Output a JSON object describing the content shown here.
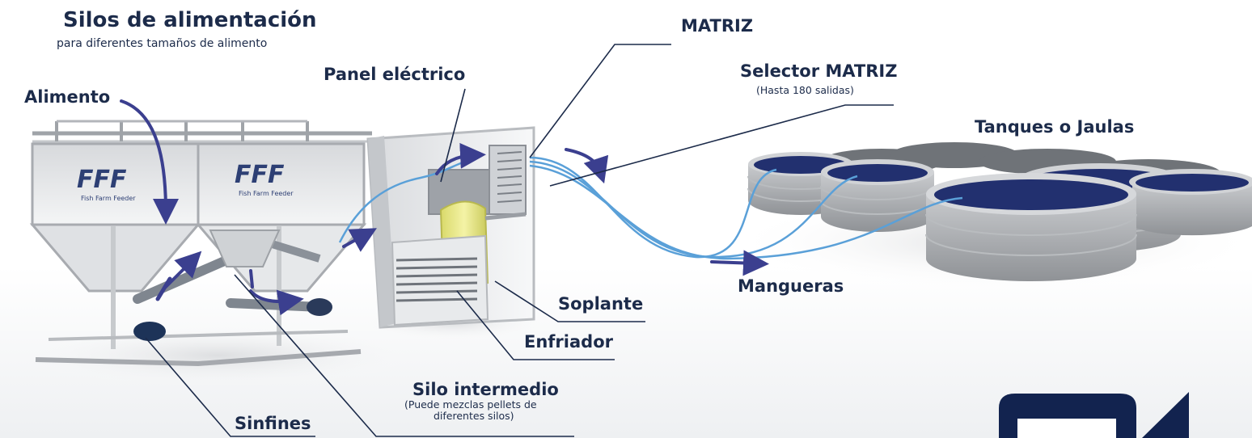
{
  "labels": {
    "silos_title": "Silos de alimentación",
    "silos_subtitle": "para diferentes tamaños de alimento",
    "alimento": "Alimento",
    "panel": "Panel eléctrico",
    "matriz": "MATRIZ",
    "selector": "Selector MATRIZ",
    "selector_sub": "(Hasta 180 salidas)",
    "tanques": "Tanques o Jaulas",
    "mangueras": "Mangueras",
    "soplante": "Soplante",
    "enfriador": "Enfriador",
    "silo_intermedio": "Silo intermedio",
    "silo_intermedio_sub_1": "(Puede mezclas pellets de",
    "silo_intermedio_sub_2": "diferentes silos)",
    "sinfines": "Sinfines"
  },
  "logo_text": "FFF",
  "logo_tagline": "Fish Farm Feeder",
  "colors": {
    "label": "#1c2b4a",
    "arrow": "#3b3f8f",
    "hose": "#5aa0d8",
    "water": "#22306f",
    "accent_block": "#12234f"
  }
}
